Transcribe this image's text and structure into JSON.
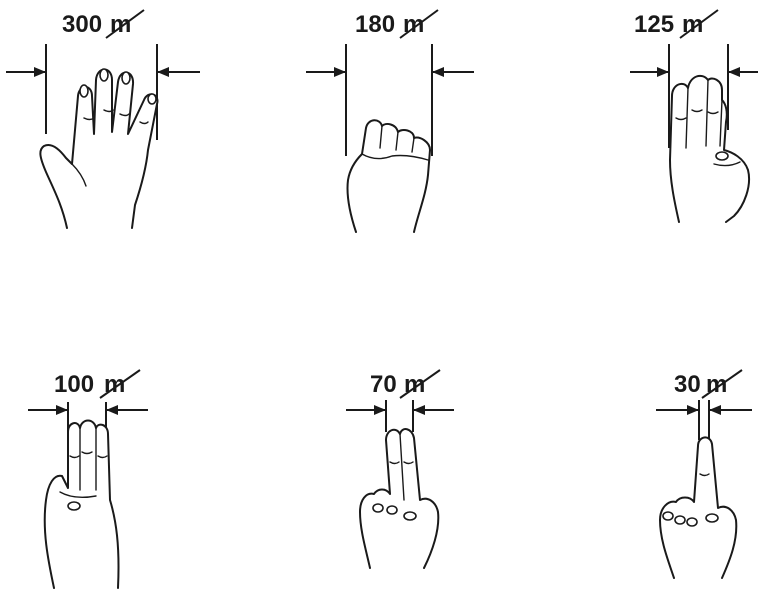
{
  "panels": [
    {
      "value": "300",
      "unit": "m",
      "gesture": "open-hand-spread-fingers"
    },
    {
      "value": "180",
      "unit": "m",
      "gesture": "closed-fist"
    },
    {
      "value": "125",
      "unit": "m",
      "gesture": "four-fingers-together"
    },
    {
      "value": "100",
      "unit": "m",
      "gesture": "three-fingers"
    },
    {
      "value": "70",
      "unit": "m",
      "gesture": "two-fingers"
    },
    {
      "value": "30",
      "unit": "m",
      "gesture": "one-finger"
    }
  ],
  "colors": {
    "ink": "#1a1a1a",
    "background": "#ffffff"
  }
}
